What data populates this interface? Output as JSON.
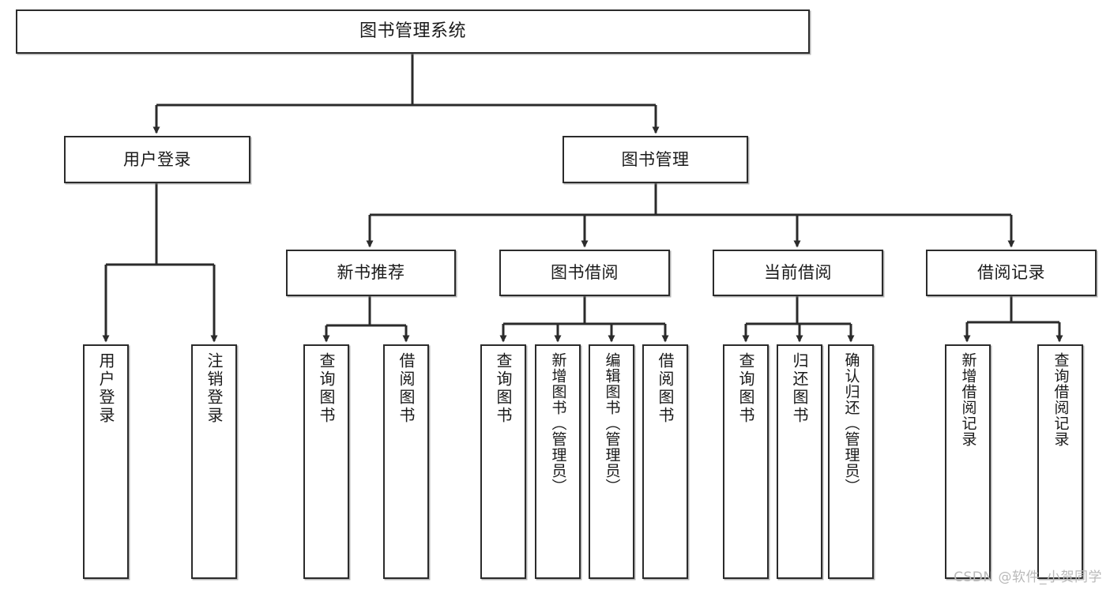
{
  "diagram": {
    "title": "图书管理系统",
    "type": "tree-hierarchy",
    "watermark": "CSDN @软件_小贺同学",
    "colors": {
      "stroke": "#2b2b2b",
      "fill": "#ffffff",
      "text": "#1a1a1a",
      "watermark": "#b9b9b9"
    },
    "nodes": {
      "root": {
        "label": "图书管理系统",
        "level": 0,
        "orientation": "horizontal"
      },
      "l1": [
        {
          "id": "user-login",
          "label": "用户登录",
          "level": 1,
          "orientation": "horizontal"
        },
        {
          "id": "book-manage",
          "label": "图书管理",
          "level": 1,
          "orientation": "horizontal"
        }
      ],
      "l2": [
        {
          "id": "new-book-rec",
          "label": "新书推荐",
          "level": 2,
          "orientation": "horizontal"
        },
        {
          "id": "book-borrow",
          "label": "图书借阅",
          "level": 2,
          "orientation": "horizontal"
        },
        {
          "id": "current-borrow",
          "label": "当前借阅",
          "level": 2,
          "orientation": "horizontal"
        },
        {
          "id": "borrow-record",
          "label": "借阅记录",
          "level": 2,
          "orientation": "horizontal"
        }
      ],
      "leaves": [
        {
          "id": "leaf-user-login",
          "label": "用户登录",
          "parent": "user-login"
        },
        {
          "id": "leaf-user-logout",
          "label": "注销登录",
          "parent": "user-login"
        },
        {
          "id": "leaf-query-book-1",
          "label": "查询图书",
          "parent": "new-book-rec"
        },
        {
          "id": "leaf-borrow-book-1",
          "label": "借阅图书",
          "parent": "new-book-rec"
        },
        {
          "id": "leaf-query-book-2",
          "label": "查询图书",
          "parent": "book-borrow"
        },
        {
          "id": "leaf-add-book",
          "label": "新增图书（管理员）",
          "parent": "book-borrow"
        },
        {
          "id": "leaf-edit-book",
          "label": "编辑图书（管理员）",
          "parent": "book-borrow"
        },
        {
          "id": "leaf-borrow-book-2",
          "label": "借阅图书",
          "parent": "book-borrow"
        },
        {
          "id": "leaf-query-book-3",
          "label": "查询图书",
          "parent": "current-borrow"
        },
        {
          "id": "leaf-return-book",
          "label": "归还图书",
          "parent": "current-borrow"
        },
        {
          "id": "leaf-confirm-return",
          "label": "确认归还（管理员）",
          "parent": "current-borrow"
        },
        {
          "id": "leaf-add-record",
          "label": "新增借阅记录",
          "parent": "borrow-record"
        },
        {
          "id": "leaf-query-record",
          "label": "查询借阅记录",
          "parent": "borrow-record"
        }
      ]
    }
  }
}
